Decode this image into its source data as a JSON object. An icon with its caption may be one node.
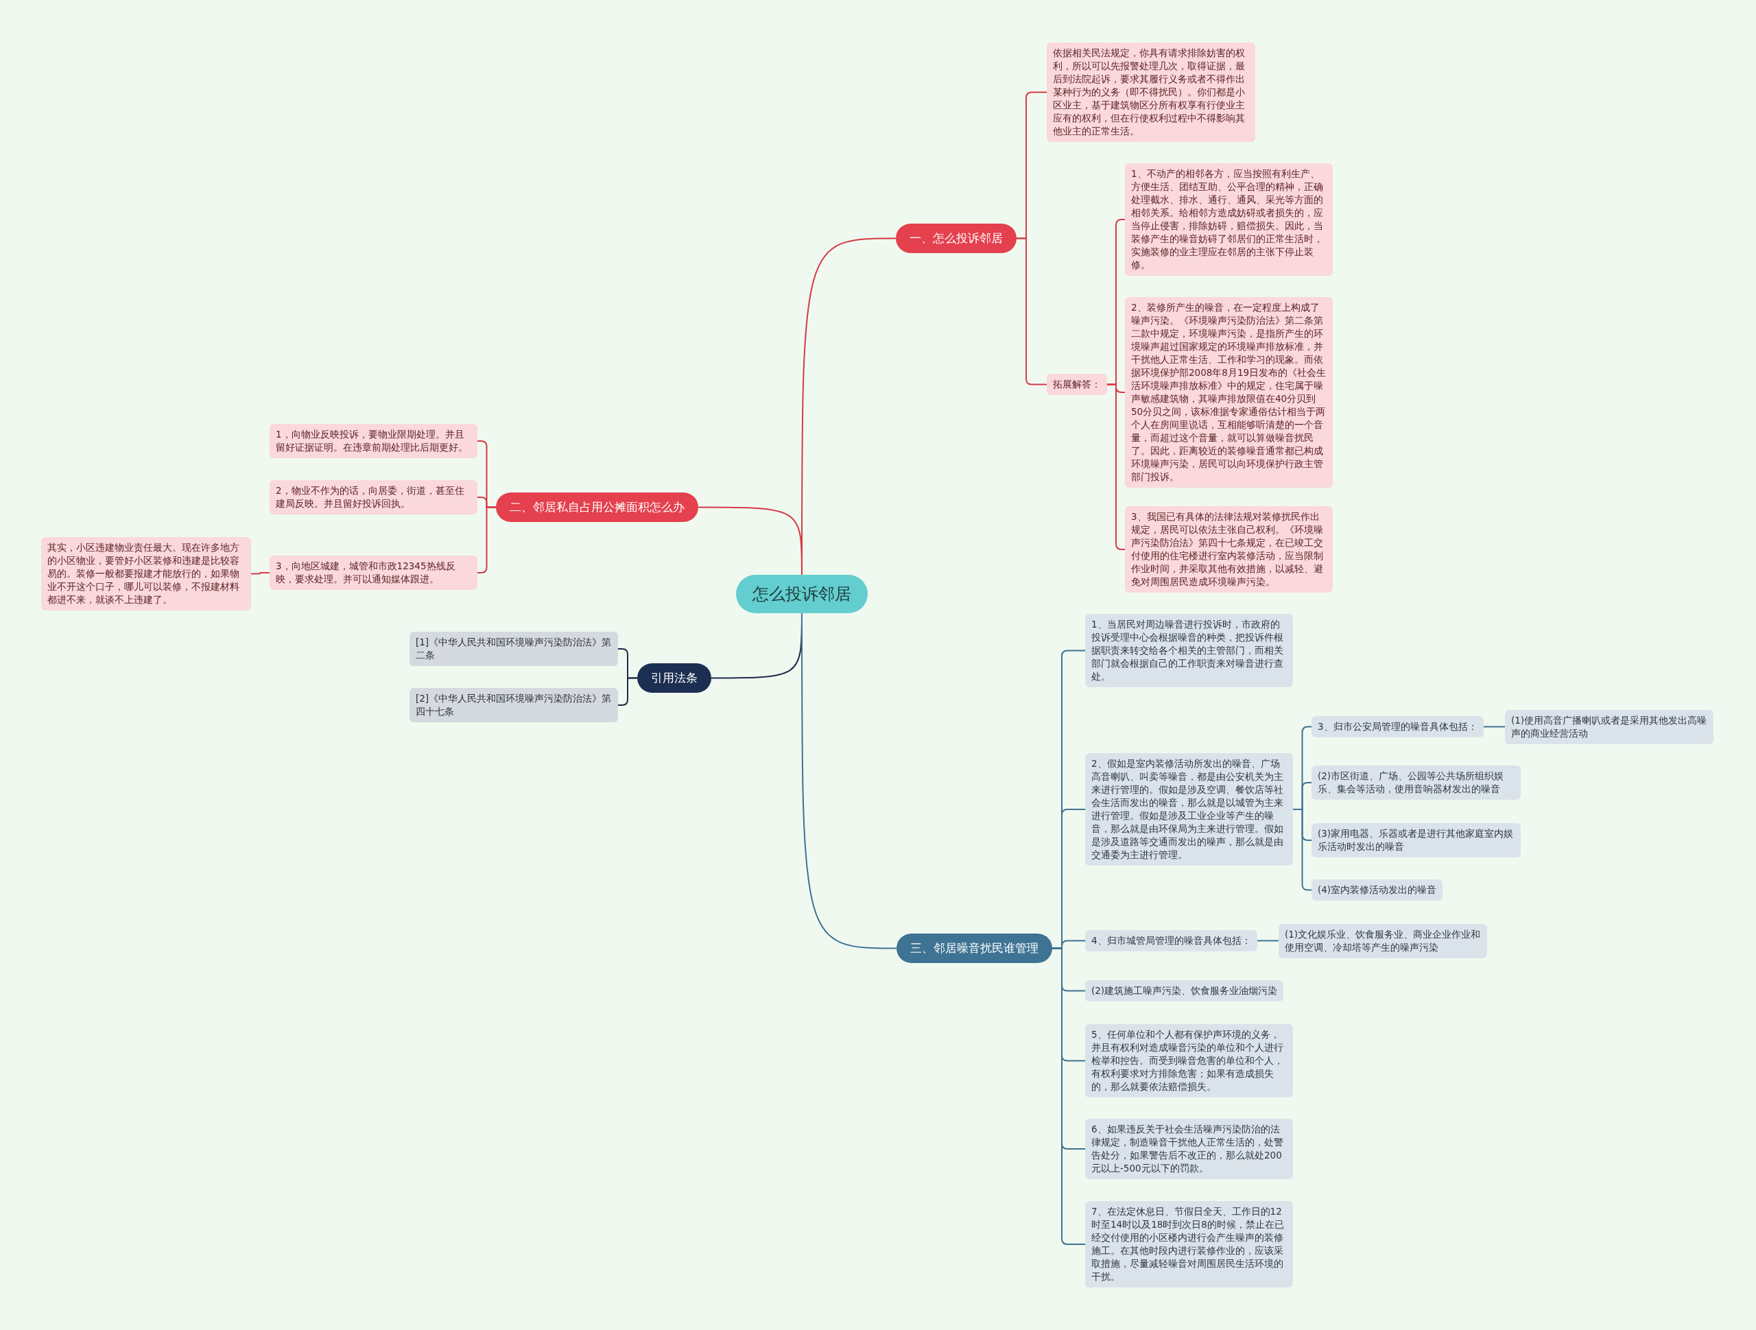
{
  "diagram": {
    "nodes": [
      {
        "text": [
          "怎么投诉邻居"
        ]
      },
      {
        "text": [
          "一、怎么投诉邻居"
        ]
      },
      {
        "text": [
          "依据相关民法规定，你具有请求排除妨害的权利，所以可以先报警处理几次，取得证据，最后到法院起诉，要求其履行义务或者不得作出某种行为的义务（即不得扰民）。你们都是小区业主，基于建筑物区分所有权享有行使业主应有的权利，但在行使权利过程中不得影响其他业主的正常生活。"
        ]
      },
      {
        "text": [
          "拓展解答："
        ]
      },
      {
        "text": [
          "1、不动产的相邻各方，应当按照有利生产、方便生活、团结互助、公平合理的精神，正确处理截水、排水、通行、通风、采光等方面的相邻关系。给相邻方造成妨碍或者损失的，应当停止侵害，排除妨碍，赔偿损失。因此，当装修产生的噪音妨碍了邻居们的正常生活时，实施装修的业主理应在邻居的主张下停止装修。"
        ]
      },
      {
        "text": [
          "2、装修所产生的噪音，在一定程度上构成了噪声污染。《环境噪声污染防治法》第二条第二款中规定，环境噪声污染，是指所产生的环境噪声超过国家规定的环境噪声排放标准，并干扰他人正常生活、工作和学习的现象。而依据环境保护部2008年8月19日发布的《社会生活环境噪声排放标准》中的规定，住宅属于噪声敏感建筑物，其噪声排放限值在40分贝到50分贝之间，该标准据专家通俗估计相当于两个人在房间里说话，互相能够听清楚的一个音量，而超过这个音量，就可以算做噪音扰民了。因此，距离较近的装修噪音通常都已构成环境噪声污染，居民可以向环境保护行政主管部门投诉。"
        ]
      },
      {
        "text": [
          "3、我国已有具体的法律法规对装修扰民作出规定，居民可以依法主张自己权利。《环境噪声污染防治法》第四十七条规定，在已竣工交付使用的住宅楼进行室内装修活动，应当限制作业时间，并采取其他有效措施，以减轻、避免对周围居民造成环境噪声污染。"
        ]
      },
      {
        "text": [
          "二、邻居私自占用公摊面积怎么办"
        ]
      },
      {
        "text": [
          "1，向物业反映投诉，要物业限期处理。并且留好证据证明。在违章前期处理比后期更好。"
        ]
      },
      {
        "text": [
          "2，物业不作为的话，向居委，街道，甚至住建局反映。并且留好投诉回执。"
        ]
      },
      {
        "text": [
          "3，向地区城建，城管和市政12345热线反映，要求处理。并可以通知媒体跟进。"
        ]
      },
      {
        "text": [
          "其实，小区违建物业责任最大。现在许多地方的小区物业，要管好小区装修和违建是比较容易的。装修一般都要报建才能放行的，如果物业不开这个口子，哪儿可以装修，不报建材料都进不来，就谈不上违建了。"
        ]
      },
      {
        "text": [
          "引用法条"
        ]
      },
      {
        "text": [
          "[1]《中华人民共和国环境噪声污染防治法》第二条"
        ]
      },
      {
        "text": [
          "[2]《中华人民共和国环境噪声污染防治法》第四十七条"
        ]
      },
      {
        "text": [
          "三、邻居噪音扰民谁管理"
        ]
      },
      {
        "text": [
          "1、当居民对周边噪音进行投诉时，市政府的投诉受理中心会根据噪音的种类，把投诉件根据职责来转交给各个相关的主管部门，而相关部门就会根据自己的工作职责来对噪音进行查处。"
        ]
      },
      {
        "text": [
          "2、假如是室内装修活动所发出的噪音、广场高音喇叭、叫卖等噪音，都是由公安机关为主来进行管理的。假如是涉及空调、餐饮店等社会生活而发出的噪音，那么就是以城管为主来进行管理。假如是涉及工业企业等产生的噪音，那么就是由环保局为主来进行管理。假如是涉及道路等交通而发出的噪声，那么就是由交通委为主进行管理。"
        ]
      },
      {
        "text": [
          "3、归市公安局管理的噪音具体包括："
        ]
      },
      {
        "text": [
          "(1)使用高音广播喇叭或者是采用其他发出高噪声的商业经营活动"
        ]
      },
      {
        "text": [
          "(2)市区街道、广场、公园等公共场所组织娱乐、集会等活动，使用音响器材发出的噪音"
        ]
      },
      {
        "text": [
          "(3)家用电器、乐器或者是进行其他家庭室内娱乐活动时发出的噪音"
        ]
      },
      {
        "text": [
          "(4)室内装修活动发出的噪音"
        ]
      },
      {
        "text": [
          "4、归市城管局管理的噪音具体包括："
        ]
      },
      {
        "text": [
          "(1)文化娱乐业、饮食服务业、商业企业作业和使用空调、冷却塔等产生的噪声污染"
        ]
      },
      {
        "text": [
          "(2)建筑施工噪声污染、饮食服务业油烟污染"
        ]
      },
      {
        "text": [
          "5、任何单位和个人都有保护声环境的义务，并且有权利对造成噪音污染的单位和个人进行检举和控告。而受到噪音危害的单位和个人，有权利要求对方排除危害；如果有造成损失的，那么就要依法赔偿损失。"
        ]
      },
      {
        "text": [
          "6、如果违反关于社会生活噪声污染防治的法律规定，制造噪音干扰他人正常生活的，处警告处分，如果警告后不改正的，那么就处200元以上-500元以下的罚款。"
        ]
      },
      {
        "text": [
          "7、在法定休息日、节假日全天、工作日的12时至14时以及18时到次日8的时候，禁止在已经交付使用的小区楼内进行会产生噪声的装修施工。在其他时段内进行装修作业的，应该采取措施，尽量减轻噪音对周围居民生活环境的干扰。"
        ]
      }
    ],
    "edges": [
      {
        "from": 0,
        "to": 1,
        "arrow": "none",
        "color": "#d33a48"
      },
      {
        "from": 1,
        "to": 2,
        "arrow": "none",
        "color": "#d33a48"
      },
      {
        "from": 1,
        "to": 3,
        "arrow": "none",
        "color": "#d33a48"
      },
      {
        "from": 3,
        "to": 4,
        "arrow": "none",
        "color": "#d33a48"
      },
      {
        "from": 3,
        "to": 5,
        "arrow": "none",
        "color": "#d33a48"
      },
      {
        "from": 3,
        "to": 6,
        "arrow": "none",
        "color": "#d33a48"
      },
      {
        "from": 0,
        "to": 7,
        "arrow": "none",
        "color": "#d33a48"
      },
      {
        "from": 7,
        "to": 8,
        "arrow": "none",
        "color": "#d33a48"
      },
      {
        "from": 7,
        "to": 9,
        "arrow": "none",
        "color": "#d33a48"
      },
      {
        "from": 7,
        "to": 10,
        "arrow": "none",
        "color": "#d33a48"
      },
      {
        "from": 10,
        "to": 11,
        "arrow": "none",
        "color": "#d33a48"
      },
      {
        "from": 0,
        "to": 12,
        "arrow": "none",
        "color": "#1c2b4c"
      },
      {
        "from": 12,
        "to": 13,
        "arrow": "none",
        "color": "#1c2b4c"
      },
      {
        "from": 12,
        "to": 14,
        "arrow": "none",
        "color": "#1c2b4c"
      },
      {
        "from": 0,
        "to": 15,
        "arrow": "none"
      },
      {
        "from": 15,
        "to": 16,
        "arrow": "none"
      },
      {
        "from": 15,
        "to": 17,
        "arrow": "none"
      },
      {
        "from": 17,
        "to": 18,
        "arrow": "none"
      },
      {
        "from": 18,
        "to": 19,
        "arrow": "none"
      },
      {
        "from": 17,
        "to": 20,
        "arrow": "none"
      },
      {
        "from": 17,
        "to": 21,
        "arrow": "none"
      },
      {
        "from": 17,
        "to": 22,
        "arrow": "none"
      },
      {
        "from": 15,
        "to": 23,
        "arrow": "none"
      },
      {
        "from": 23,
        "to": 24,
        "arrow": "none"
      },
      {
        "from": 15,
        "to": 25,
        "arrow": "none"
      },
      {
        "from": 15,
        "to": 26,
        "arrow": "none"
      },
      {
        "from": 15,
        "to": 27,
        "arrow": "none"
      },
      {
        "from": 15,
        "to": 28,
        "arrow": "none"
      }
    ]
  }
}
